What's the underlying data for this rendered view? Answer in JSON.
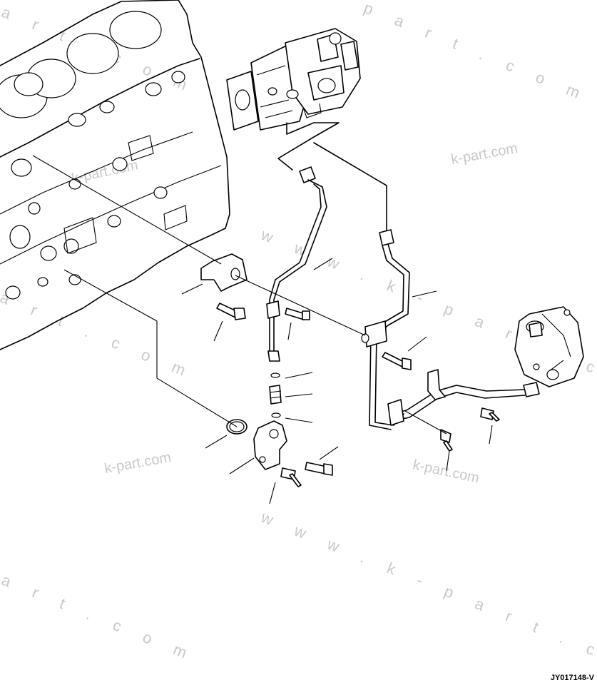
{
  "drawing_code": "JY017148-V",
  "watermarks": {
    "k_part": [
      "k-part.com",
      "k-part.com",
      "k-part.com",
      "k-part.com"
    ],
    "www": [
      "w w w . k - p a r t . c o m",
      "w w w . k - p a r t . c o m",
      "a r t . c o m",
      "a r t . c o m",
      "a r t . c o m",
      "p a r t . c o m"
    ]
  }
}
